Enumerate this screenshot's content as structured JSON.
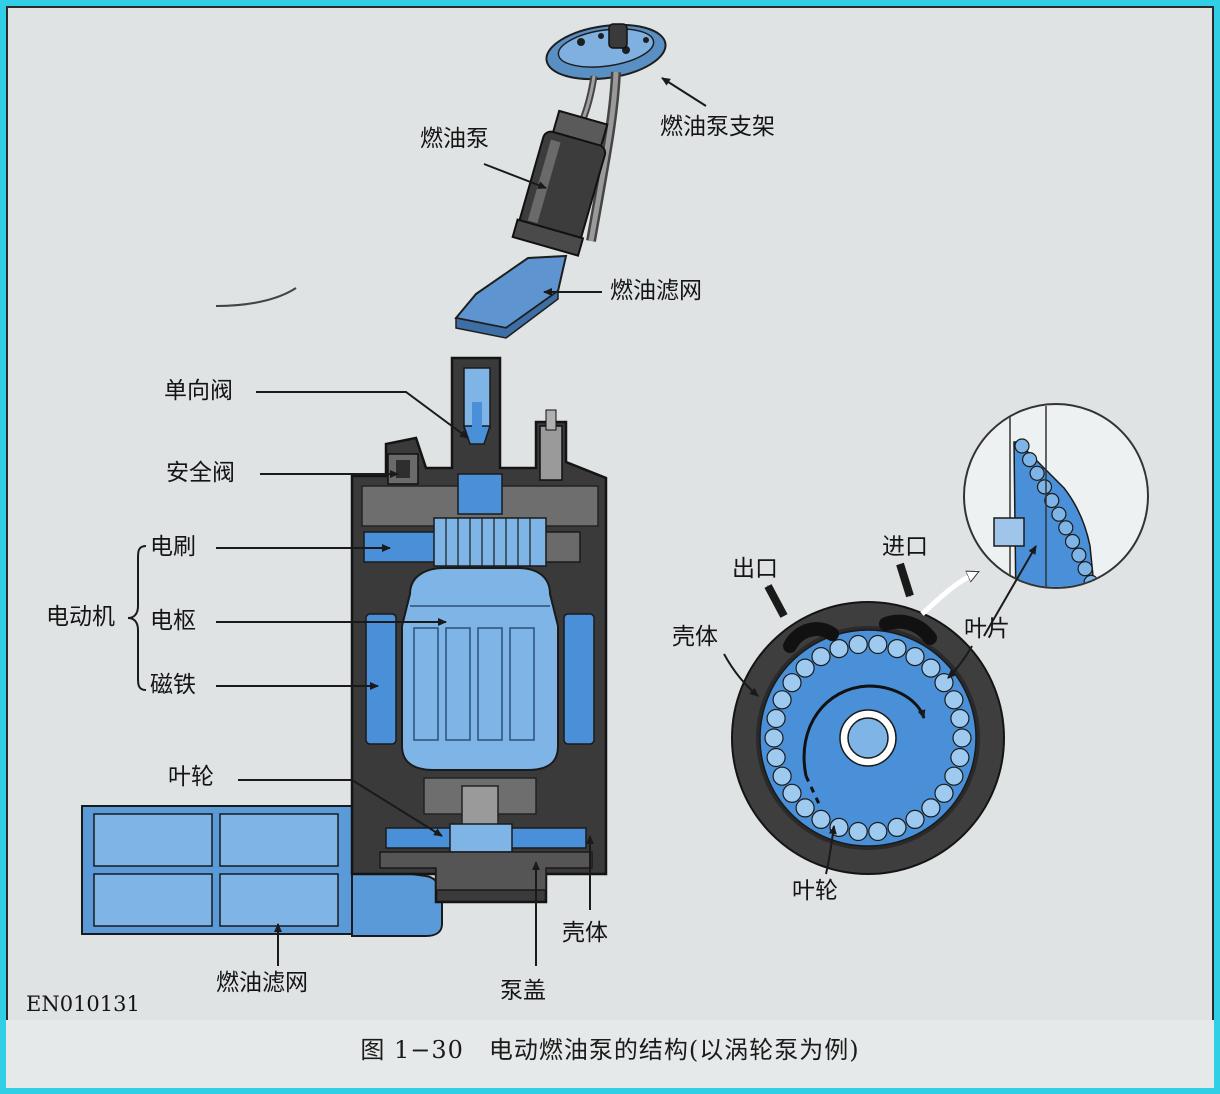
{
  "figure": {
    "caption": "图 1−30　电动燃油泵的结构(以涡轮泵为例)",
    "code": "EN010131"
  },
  "colors": {
    "blue": "#4a90d9",
    "blue_light": "#8ec4ee",
    "dark": "#2c2c2c",
    "background": "#dfe3e4",
    "frame": "#31cfe6"
  },
  "labels": {
    "pump_top": "燃油泵",
    "bracket": "燃油泵支架",
    "filter_top": "燃油滤网",
    "check_valve": "单向阀",
    "safety_valve": "安全阀",
    "motor": "电动机",
    "brush": "电刷",
    "armature": "电枢",
    "magnet": "磁铁",
    "impeller_left": "叶轮",
    "filter_bottom": "燃油滤网",
    "pump_cover": "泵盖",
    "housing_left": "壳体",
    "outlet": "出口",
    "inlet": "进口",
    "housing_right": "壳体",
    "blade": "叶片",
    "impeller_right": "叶轮"
  }
}
